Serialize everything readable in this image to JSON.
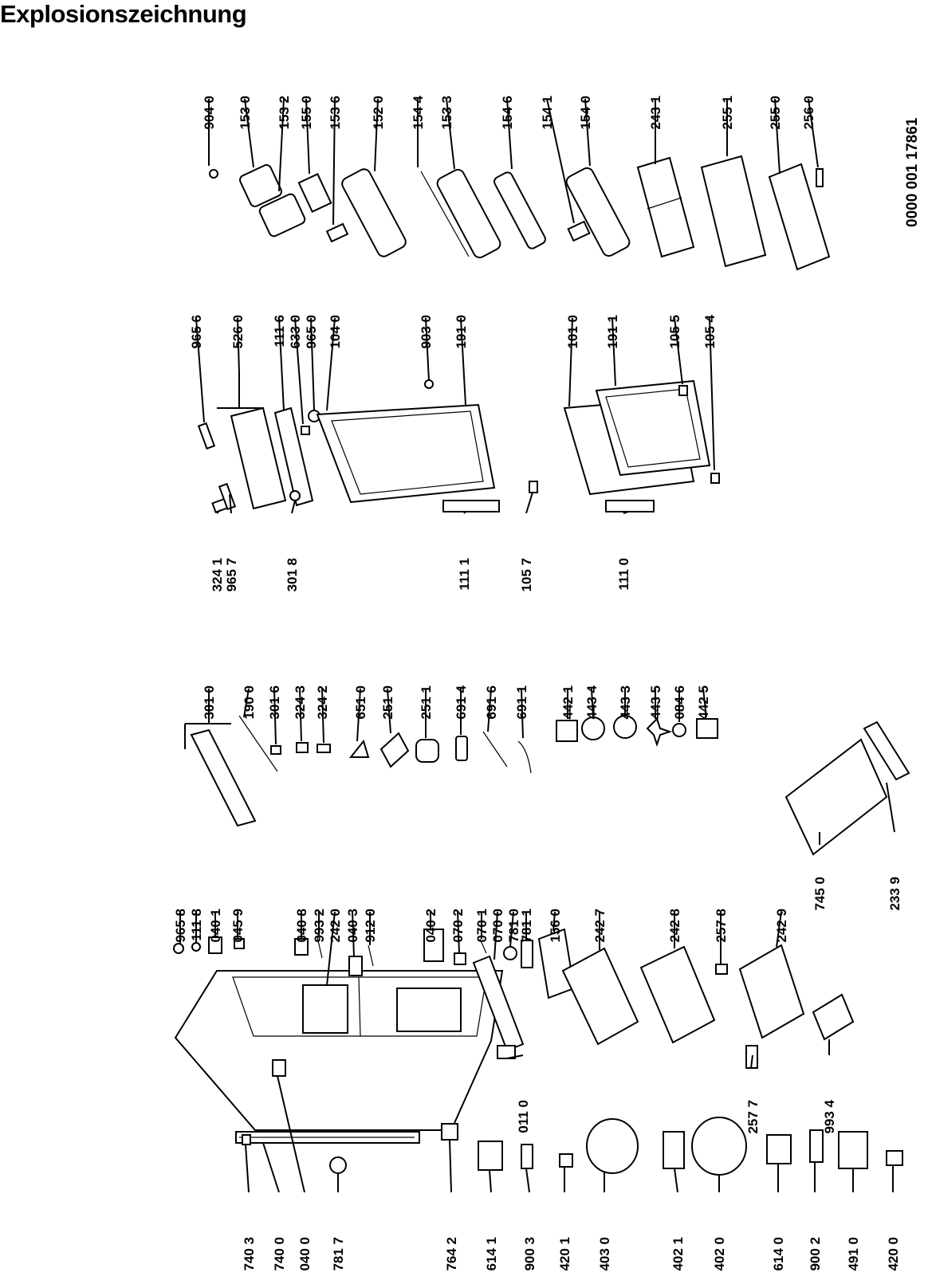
{
  "title": "Explosionszeichnung",
  "document_number": "0000 001 17861",
  "labels": [
    "904 0",
    "153 0",
    "153 2",
    "155 0",
    "153 6",
    "152 0",
    "154 4",
    "153 3",
    "154 6",
    "154 1",
    "154 0",
    "243 1",
    "255 1",
    "255 0",
    "256 0",
    "965 6",
    "526 0",
    "111 6",
    "633 0",
    "965 0",
    "104 0",
    "903 0",
    "191 0",
    "101 0",
    "191 1",
    "105 5",
    "105 4",
    "324 1",
    "965 7",
    "301 8",
    "111 1",
    "105 7",
    "111 0",
    "301 0",
    "190 0",
    "301 6",
    "324 3",
    "324 2",
    "651 0",
    "251 0",
    "251 1",
    "691 4",
    "691 6",
    "691 1",
    "442 1",
    "443 4",
    "443 3",
    "443 5",
    "084 6",
    "442 5",
    "965 8",
    "111 8",
    "040 1",
    "045 9",
    "040 8",
    "993 2",
    "242 0",
    "040 3",
    "912 0",
    "040 2",
    "070 2",
    "070 1",
    "070 0",
    "781 0",
    "781 1",
    "156 0",
    "242 7",
    "242 8",
    "257 8",
    "242 9",
    "745 0",
    "233 9",
    "011 0",
    "257 7",
    "993 4",
    "740 3",
    "740 0",
    "040 0",
    "781 7",
    "764 2",
    "614 1",
    "900 3",
    "420 1",
    "403 0",
    "402 1",
    "402 0",
    "614 0",
    "900 2",
    "491 0",
    "420 0"
  ]
}
